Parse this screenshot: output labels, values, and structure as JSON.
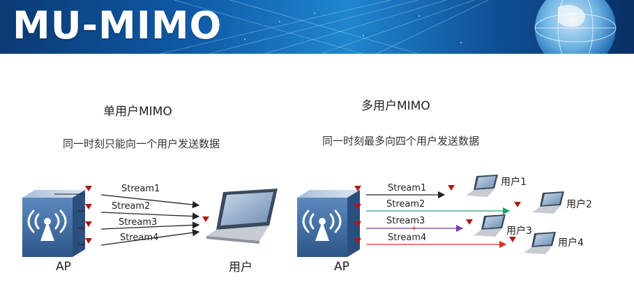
{
  "banner": {
    "title": "MU-MIMO"
  },
  "left": {
    "title": "单用户MIMO",
    "subtitle": "同一时刻只能向一个用户发送数据",
    "ap_label": "AP",
    "user_label": "用户",
    "streams": [
      "Stream1",
      "Stream2",
      "Stream3",
      "Stream4"
    ]
  },
  "right": {
    "title": "多用户MIMO",
    "subtitle": "同一时刻最多向四个用户发送数据",
    "ap_label": "AP",
    "streams": [
      "Stream1",
      "Stream2",
      "Stream3",
      "Stream4"
    ],
    "users": [
      "用户1",
      "用户2",
      "用户3",
      "用户4"
    ],
    "stream_colors": [
      "#222222",
      "#20a070",
      "#7a3fb0",
      "#e03020"
    ]
  },
  "colors": {
    "antenna_marker": "#b01818",
    "ap_body": "#3d6aa0"
  }
}
